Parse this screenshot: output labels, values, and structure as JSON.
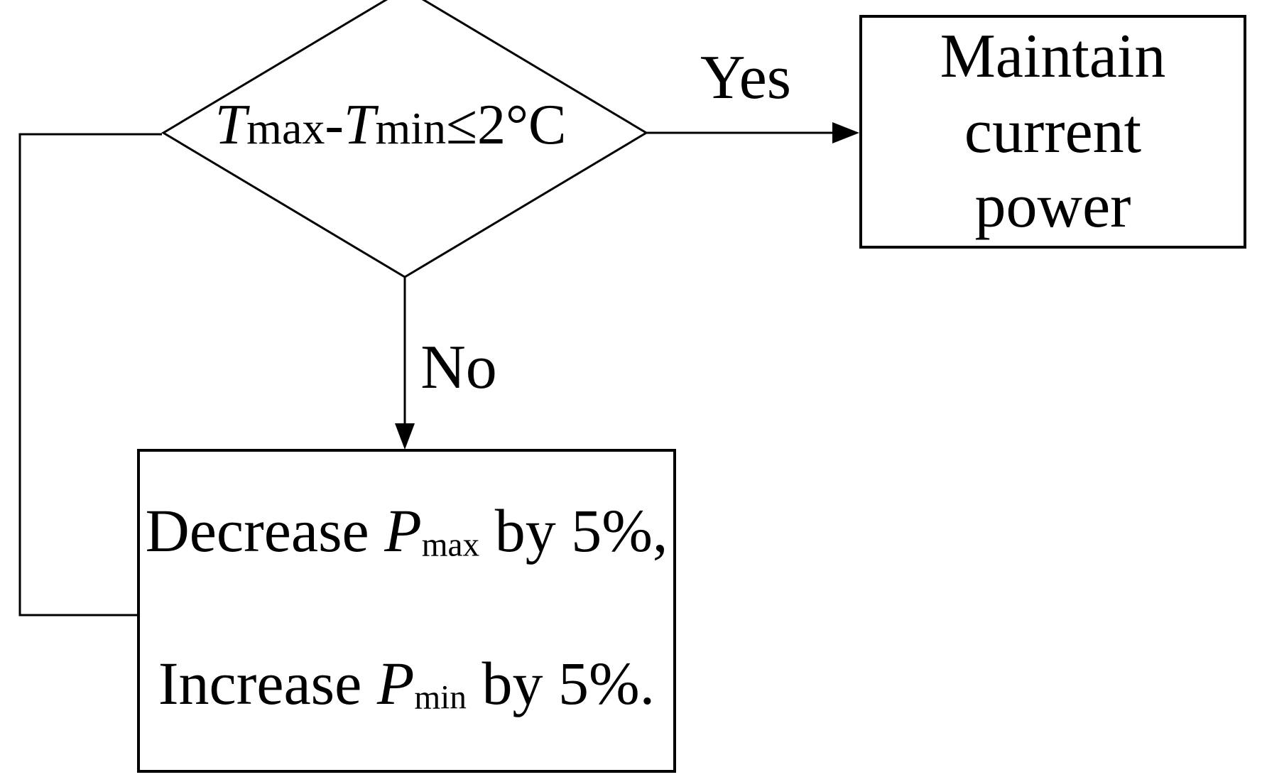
{
  "colors": {
    "line": "#000000",
    "background": "#ffffff"
  },
  "decision": {
    "var1": "T",
    "sub1": "max",
    "operator": "-",
    "var2": "T",
    "sub2": "min",
    "relation": "≤",
    "value": "2",
    "unit": "°C"
  },
  "labels": {
    "yes": "Yes",
    "no": "No"
  },
  "maintain_box": {
    "lines": [
      "Maintain",
      "current",
      "power"
    ]
  },
  "adjust_box": {
    "line1": {
      "prefix": "Decrease ",
      "var": "P",
      "sub": "max",
      "suffix": " by 5%,"
    },
    "line2": {
      "prefix": "Increase ",
      "var": "P",
      "sub": "min",
      "suffix": " by 5%."
    }
  }
}
